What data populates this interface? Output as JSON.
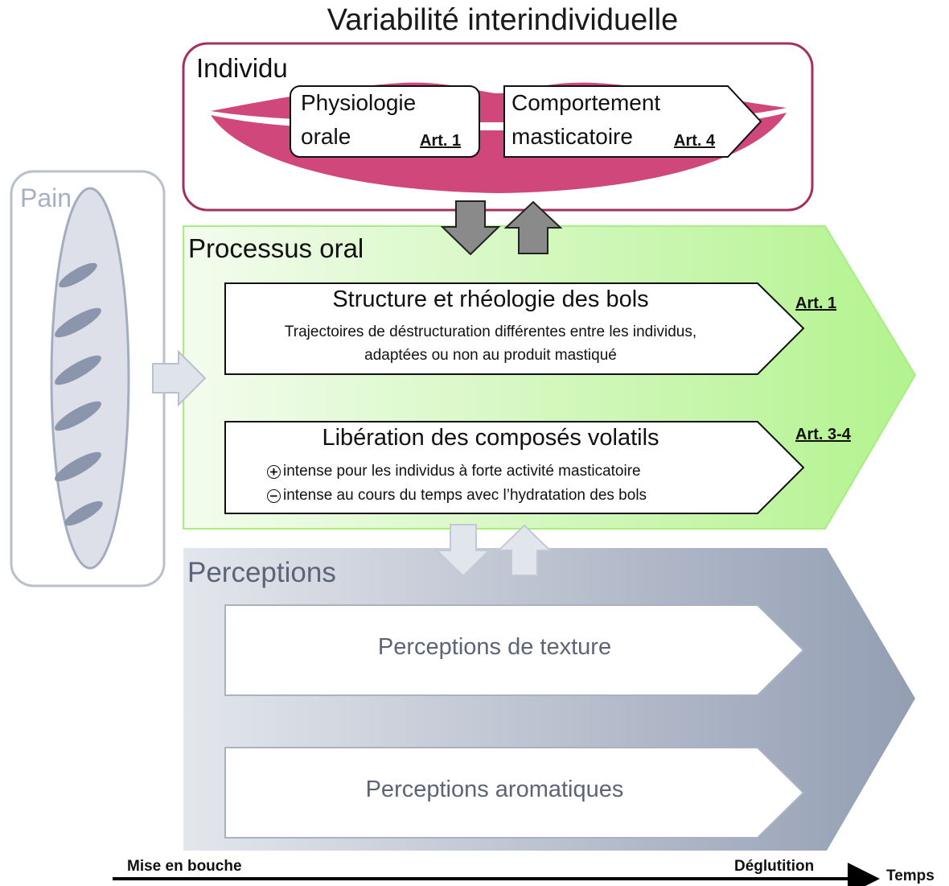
{
  "title": "Variabilité interindividuelle",
  "individu": {
    "heading": "Individu",
    "physiologie": {
      "line1": "Physiologie",
      "line2": "orale",
      "ref": "Art. 1"
    },
    "comportement": {
      "line1": "Comportement",
      "line2": "masticatoire",
      "ref": "Art. 4"
    }
  },
  "pain": {
    "heading": "Pain"
  },
  "processus": {
    "heading": "Processus oral",
    "structure": {
      "title": "Structure et rhéologie des bols",
      "line1": "Trajectoires de déstructuration différentes entre les individus,",
      "line2": "adaptées ou non au produit mastiqué",
      "ref": "Art. 1"
    },
    "liberation": {
      "title": "Libération des composés volatils",
      "plus_sign": "+",
      "line1": "intense pour les individus à forte activité masticatoire",
      "minus_sign": "−",
      "line2": "intense au cours du temps avec l’hydratation des bols",
      "ref": "Art. 3-4"
    }
  },
  "perceptions": {
    "heading": "Perceptions",
    "texture": "Perceptions de texture",
    "aromatiques": "Perceptions aromatiques"
  },
  "timeline": {
    "start": "Mise en bouche",
    "end": "Déglutition",
    "axis": "Temps"
  },
  "colors": {
    "lips": "#d0487b",
    "individu_border": "#a3305e",
    "processus_green": "#b9f59a",
    "perceptions_gray": "#98a3b6",
    "pain_gray": "#a7b0c3"
  }
}
